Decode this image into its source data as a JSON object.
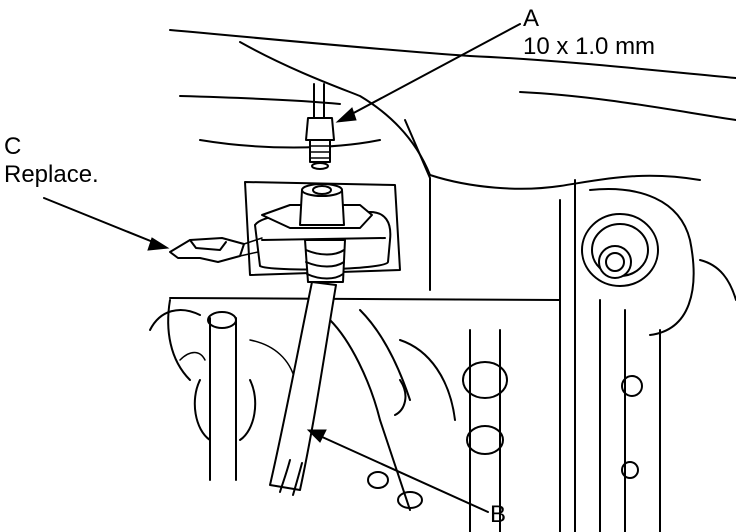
{
  "callouts": {
    "a": {
      "letter": "A",
      "spec": "10 x 1.0 mm"
    },
    "b": {
      "letter": "B"
    },
    "c": {
      "letter": "C",
      "note": "Replace."
    }
  }
}
